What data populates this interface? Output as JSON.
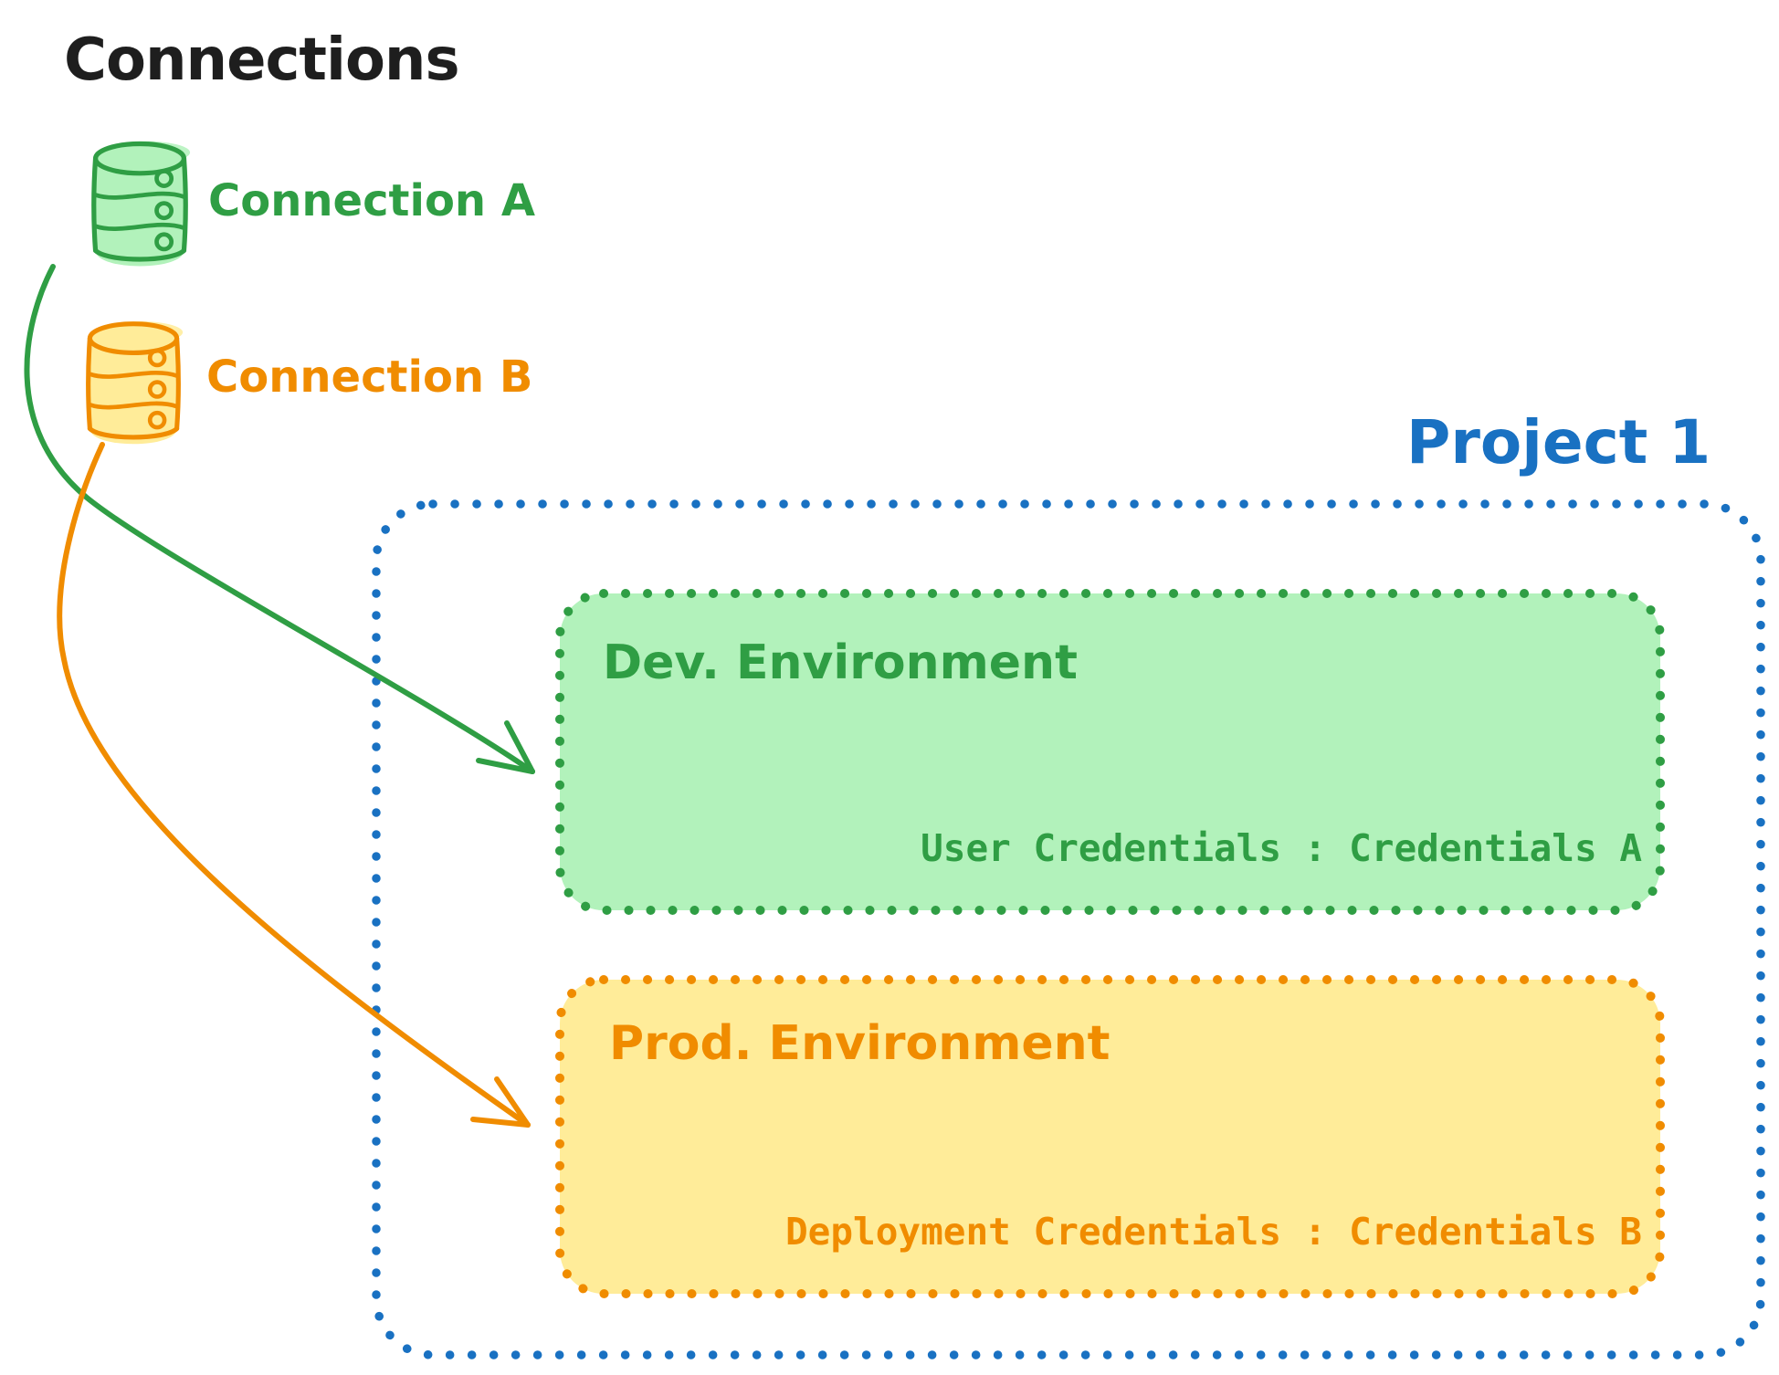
{
  "palette": {
    "ink": "#1e1e1e",
    "green_stroke": "#2f9e44",
    "green_fill": "#b2f2bb",
    "orange_stroke": "#f08c00",
    "orange_fill": "#ffec99",
    "blue_stroke": "#1971c2"
  },
  "title": "Connections",
  "connections": [
    {
      "label": "Connection A",
      "icon": "database-icon",
      "color": "#2f9e44"
    },
    {
      "label": "Connection B",
      "icon": "database-icon",
      "color": "#f08c00"
    }
  ],
  "project": {
    "label": "Project 1",
    "color": "#1971c2",
    "environments": [
      {
        "name": "Dev. Environment",
        "credentials_line": "User Credentials : Credentials A",
        "stroke": "#2f9e44",
        "fill": "#b2f2bb"
      },
      {
        "name": "Prod. Environment",
        "credentials_line": "Deployment Credentials : Credentials B",
        "stroke": "#f08c00",
        "fill": "#ffec99"
      }
    ]
  },
  "arrows": [
    {
      "name": "connection-a-to-dev-environment",
      "color": "#2f9e44"
    },
    {
      "name": "connection-b-to-prod-environment",
      "color": "#f08c00"
    }
  ]
}
